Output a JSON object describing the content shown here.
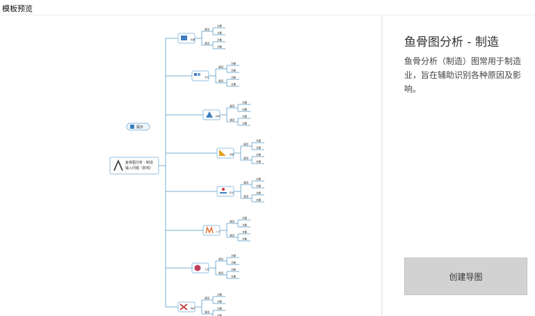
{
  "window": {
    "title": "模板预览"
  },
  "panel": {
    "title": "鱼骨图分析 - 制造",
    "description": "鱼骨分析（制造）图常用于制造业，旨在辅助识别各种原因及影响。",
    "create_button": "创建导图"
  },
  "mindmap": {
    "root_line1": "鱼骨图分析 - 制造",
    "root_line2": "输入问题（影响）",
    "float_label": "提示",
    "branch_label": "原因",
    "leaf_label": "次要",
    "categories": [
      "机器",
      "方法",
      "材料",
      "测量",
      "环境",
      "人力",
      "人员",
      "维护"
    ]
  },
  "colors": {
    "line": "#7aaed0",
    "node_border": "#8fbfe0",
    "button_bg": "#d2d2d2"
  }
}
